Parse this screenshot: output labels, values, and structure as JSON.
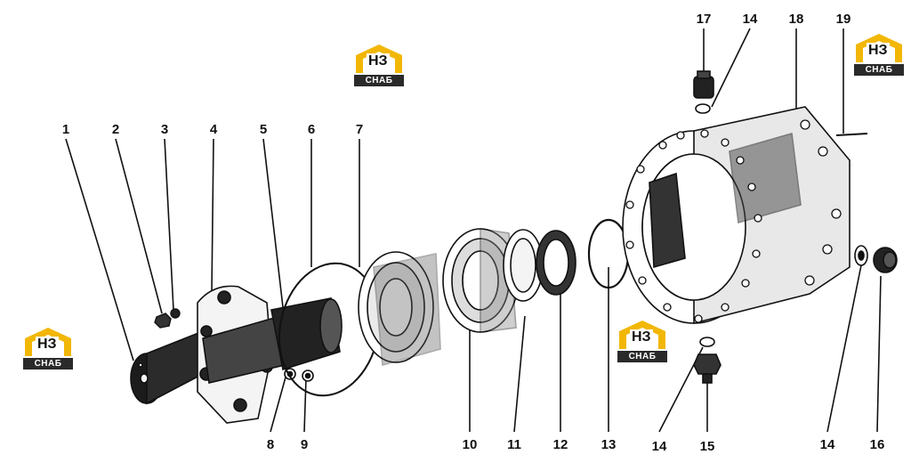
{
  "diagram": {
    "part_numbers": [
      "1",
      "2",
      "3",
      "4",
      "5",
      "6",
      "7",
      "8",
      "9",
      "10",
      "11",
      "12",
      "13",
      "14",
      "15",
      "16",
      "17",
      "18",
      "19"
    ],
    "callouts": {
      "n1": "1",
      "n2": "2",
      "n3": "3",
      "n4": "4",
      "n5": "5",
      "n6": "6",
      "n7": "7",
      "n8": "8",
      "n9": "9",
      "n10": "10",
      "n11": "11",
      "n12": "12",
      "n13": "13",
      "n14a": "14",
      "n15": "15",
      "n14b": "14",
      "n16": "16",
      "n17": "17",
      "n14c": "14",
      "n18": "18",
      "n19": "19"
    }
  },
  "watermark": {
    "code": "НЗ",
    "brand": "СНАБ",
    "colors": {
      "accent": "#f2b705",
      "dark": "#2a2a2a"
    }
  }
}
